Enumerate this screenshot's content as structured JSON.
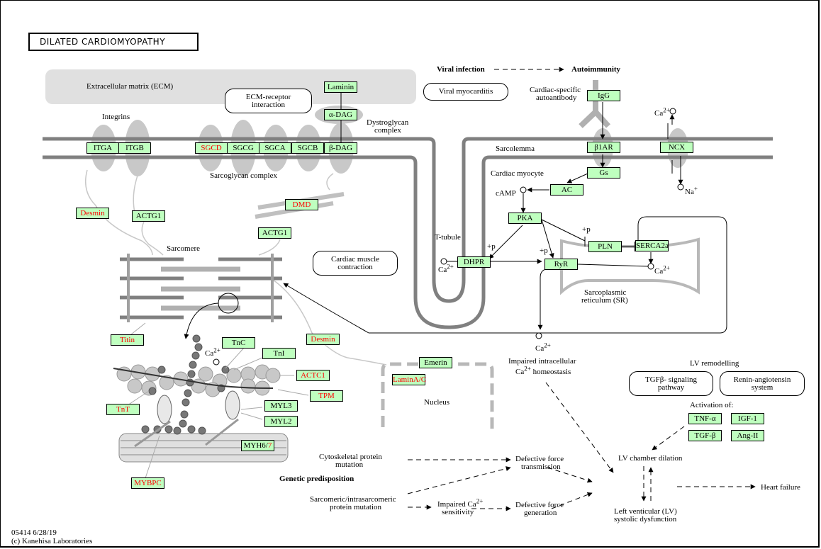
{
  "title": "DILATED CARDIOMYOPATHY",
  "footer": {
    "id_date": "05414 6/28/19",
    "copyright": "(c) Kanehisa Laboratories"
  },
  "colors": {
    "gene_fill": "#bfffbf",
    "disease_gene_text": "#ff0000",
    "membrane": "#808080",
    "ecm": "#e0e0e0"
  },
  "labels": {
    "ecm": "Extracellular matrix (ECM)",
    "integrins": "Integrins",
    "dystroglycan_1": "Dystroglycan",
    "dystroglycan_2": "complex",
    "sarcoglycan": "Sarcoglycan complex",
    "viral_infection": "Viral infection",
    "autoimmunity": "Autoimmunity",
    "cardiac_specific_1": "Cardiac-specific",
    "cardiac_specific_2": "autoantibody",
    "sarcolemma": "Sarcolemma",
    "cardiac_myocyte": "Cardiac myocyte",
    "camp": "cAMP",
    "ttubule": "T-tubule",
    "sarcomere": "Sarcomere",
    "plus_p": "+p",
    "ca": "Ca",
    "ca_charge": "2+",
    "na": "Na",
    "na_charge": "+",
    "sr_1": "Sarcoplasmic",
    "sr_2": "reticulum (SR)",
    "impaired_ca_1": "Impaired intracellular",
    "impaired_ca_2": "homeostasis",
    "nucleus": "Nucleus",
    "lv_remodelling": "LV remodelling",
    "activation_of": "Activation of:",
    "cytoskeletal_1": "Cytoskeletal protein",
    "cytoskeletal_2": "mutation",
    "genetic": "Genetic predisposition",
    "sarcomeric_1": "Sarcomeric/intrasarcomeric",
    "sarcomeric_2": "protein mutation",
    "impaired_sens_1": "Impaired Ca",
    "impaired_sens_2": "sensitivity",
    "dft_1": "Defective force",
    "dft_2": "transmission",
    "dfg_1": "Defective force",
    "dfg_2": "generation",
    "lv_dilation": "LV chamber dilation",
    "lv_dys_1": "Left venticular (LV)",
    "lv_dys_2": "systolic dysfunction",
    "heart_failure": "Heart failure"
  },
  "pathways": {
    "ecm_receptor": [
      "ECM-receptor",
      "interaction"
    ],
    "viral_myocarditis": "Viral myocarditis",
    "cardiac_muscle": [
      "Cardiac muscle",
      "contraction"
    ],
    "tgfb": [
      "TGFβ- signaling",
      "pathway"
    ],
    "renin": [
      "Renin-angiotensin",
      "system"
    ]
  },
  "genes": {
    "itga": {
      "label": "ITGA",
      "disease": false
    },
    "itgb": {
      "label": "ITGB",
      "disease": false
    },
    "sgcd": {
      "label": "SGCD",
      "disease": true
    },
    "sgcg": {
      "label": "SGCG",
      "disease": false
    },
    "sgca": {
      "label": "SGCA",
      "disease": false
    },
    "sgcb": {
      "label": "SGCB",
      "disease": false
    },
    "bdag": {
      "label": "β-DAG",
      "disease": false
    },
    "adag": {
      "label": "α-DAG",
      "disease": false
    },
    "laminin": {
      "label": "Laminin",
      "disease": false
    },
    "igg": {
      "label": "IgG",
      "disease": false
    },
    "b1ar": {
      "label": "β1AR",
      "disease": false
    },
    "ncx": {
      "label": "NCX",
      "disease": false
    },
    "gs": {
      "label": "Gs",
      "disease": false
    },
    "ac": {
      "label": "AC",
      "disease": false
    },
    "pka": {
      "label": "PKA",
      "disease": false
    },
    "pln": {
      "label": "PLN",
      "disease": false
    },
    "serca2a": {
      "label": "SERCA2a",
      "disease": false
    },
    "dhpr": {
      "label": "DHPR",
      "disease": false
    },
    "ryr": {
      "label": "RyR",
      "disease": false
    },
    "desmin1": {
      "label": "Desmin",
      "disease": true
    },
    "actg1a": {
      "label": "ACTG1",
      "disease": false
    },
    "dmd": {
      "label": "DMD",
      "disease": true
    },
    "actg1b": {
      "label": "ACTG1",
      "disease": false
    },
    "titin": {
      "label": "Titin",
      "disease": true
    },
    "desmin2": {
      "label": "Desmin",
      "disease": true
    },
    "tnc": {
      "label": "TnC",
      "disease": false
    },
    "tni": {
      "label": "TnI",
      "disease": false
    },
    "actc1": {
      "label": "ACTC1",
      "disease": true
    },
    "tpm": {
      "label": "TPM",
      "disease": true
    },
    "tnt": {
      "label": "TnT",
      "disease": true
    },
    "myl3": {
      "label": "MYL3",
      "disease": false
    },
    "myl2": {
      "label": "MYL2",
      "disease": false
    },
    "myh6": {
      "label": "MYH6/",
      "disease": false
    },
    "myh7": {
      "label": "7",
      "disease": true
    },
    "mybpc": {
      "label": "MYBPC",
      "disease": true
    },
    "emerin": {
      "label": "Emerin",
      "disease": false
    },
    "laminac": {
      "label": "LaminA/C",
      "disease": true
    },
    "tnfa": {
      "label": "TNF-α",
      "disease": false
    },
    "igf1": {
      "label": "IGF-1",
      "disease": false
    },
    "tgfb": {
      "label": "TGF-β",
      "disease": false
    },
    "ang2": {
      "label": "Ang-II",
      "disease": false
    }
  }
}
